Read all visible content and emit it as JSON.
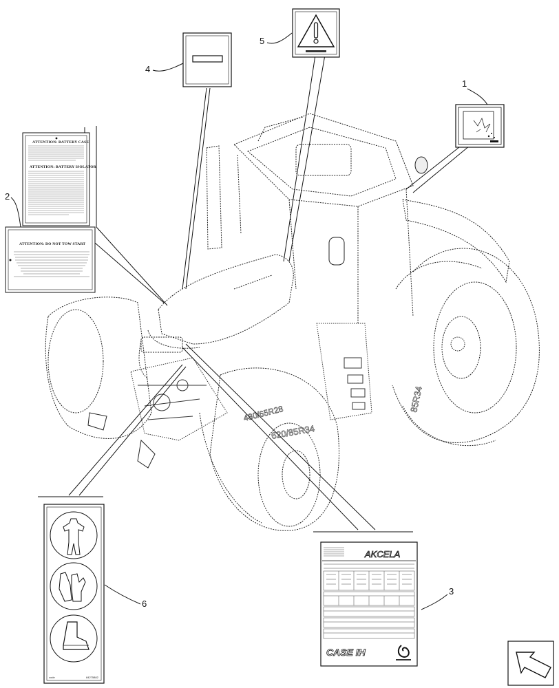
{
  "callouts": {
    "c1": "1",
    "c2": "2",
    "c3": "3",
    "c4": "4",
    "c5": "5",
    "c6": "6"
  },
  "decal_battery": {
    "heading_a": "ATTENTION: BATTERY CASE",
    "heading_b": "ATTENTION: BATTERY ISOLATOR"
  },
  "decal_tow": {
    "heading": "ATTENTION: DO NOT TOW START"
  },
  "decal_ppe": {
    "code_left": "code",
    "code_right": "84275882",
    "icons": [
      "coverall-icon",
      "gloves-icon",
      "boot-icon"
    ]
  },
  "decal_fuel": {
    "brand": "AKCELA",
    "footer_brand": "CASE IH",
    "footer_logo": "petronas-logo"
  },
  "tires": {
    "front_marking": "480/65R28",
    "rear_marking": "620/85R34",
    "rear_marking_b": "85R34"
  },
  "colors": {
    "line": "#111111",
    "dotted": "#444444",
    "decal_bg": "#ffffff"
  }
}
